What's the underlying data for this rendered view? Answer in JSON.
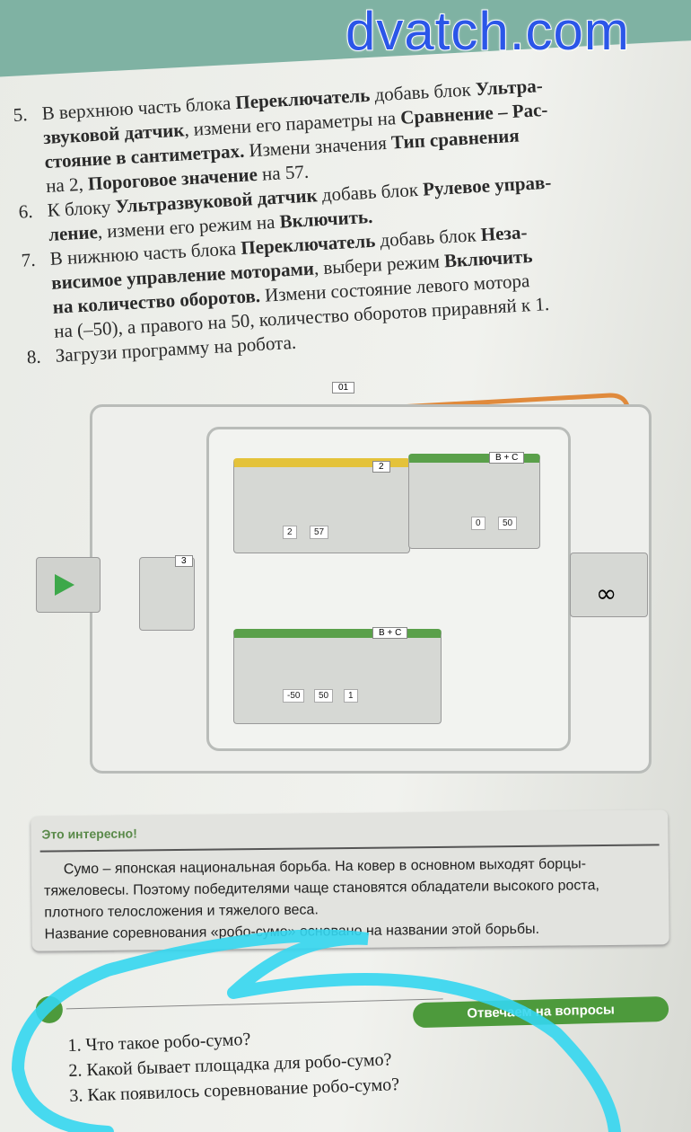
{
  "watermark": "dvatch.com",
  "steps": [
    {
      "num": "5.",
      "lines": [
        "В верхнюю часть блока <b>Переключатель</b> добавь блок <b>Ультра-</b>",
        "<b>звуковой датчик</b>, измени его параметры на <b>Сравнение – Рас-</b>",
        "<b>стояние в сантиметрах.</b> Измени значения <b>Тип сравнения</b>",
        "на 2, <b>Пороговое значение</b> на 57."
      ]
    },
    {
      "num": "6.",
      "lines": [
        "К блоку <b>Ультразвуковой датчик</b> добавь блок <b>Рулевое управ-</b>",
        "<b>ление</b>, измени его режим на <b>Включить.</b>"
      ]
    },
    {
      "num": "7.",
      "lines": [
        "В нижнюю часть блока <b>Переключатель</b> добавь блок <b>Неза-</b>",
        "<b>висимое управление моторами</b>, выбери режим <b>Включить</b>",
        "<b>на количество оборотов.</b> Измени состояние левого мотора",
        "на (–50), а правого на 50, количество оборотов приравняй к 1."
      ]
    },
    {
      "num": "8.",
      "lines": [
        "Загрузи программу на робота."
      ]
    }
  ],
  "diagram": {
    "loop_label": "01",
    "switch_label": "2",
    "port_top": "B + C",
    "port_bottom": "B + C",
    "loop_count": "3",
    "top_values": [
      "2",
      "57",
      "0",
      "50"
    ],
    "bottom_values": [
      "-50",
      "50",
      "1"
    ],
    "infinity": "∞"
  },
  "interest": {
    "title": "Это интересно!",
    "paragraphs": [
      "Сумо – японская национальная борьба. На ковер в основном выходят борцы-тяжеловесы. Поэтому победителями чаще становятся обладатели высокого роста, плотного телосложения и тяжелого веса.",
      "Название соревнования «робо-сумо» основано на названии этой борьбы."
    ]
  },
  "questions": {
    "header": "Отвечаем на вопросы",
    "items": [
      {
        "num": "1.",
        "text": "Что такое робо-сумо?"
      },
      {
        "num": "2.",
        "text": "Какой бывает площадка для робо-сумо?"
      },
      {
        "num": "3.",
        "text": "Как появилось соревнование робо-сумо?"
      }
    ]
  },
  "colors": {
    "green": "#4d9a3c",
    "orange": "#e08a3c",
    "scribble": "#34d6f0"
  }
}
